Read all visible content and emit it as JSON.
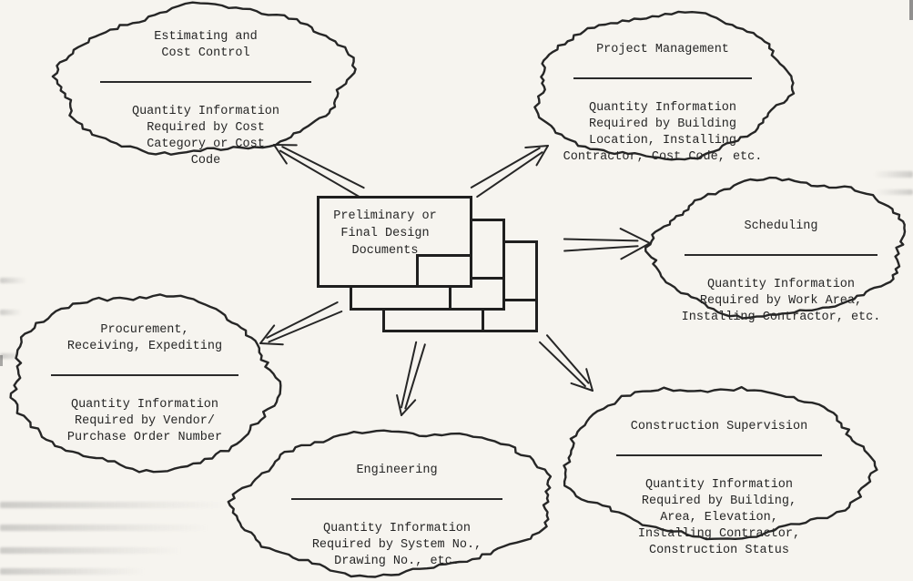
{
  "diagram": {
    "center": {
      "label": "Preliminary or\nFinal Design\nDocuments"
    },
    "clouds": [
      {
        "id": "estimating-and-cost-control",
        "title": "Estimating and\nCost Control",
        "body": "Quantity Information\nRequired by Cost\nCategory or Cost\nCode"
      },
      {
        "id": "project-management",
        "title": "Project Management",
        "body": "Quantity Information\nRequired by Building\nLocation, Installing\nContractor, Cost Code, etc."
      },
      {
        "id": "scheduling",
        "title": "Scheduling",
        "body": "Quantity Information\nRequired by Work Area,\nInstalling Contractor, etc."
      },
      {
        "id": "procurement-receiving-expediting",
        "title": "Procurement,\nReceiving, Expediting",
        "body": "Quantity Information\nRequired by Vendor/\nPurchase Order Number"
      },
      {
        "id": "engineering",
        "title": "Engineering",
        "body": "Quantity Information\nRequired by System No.,\nDrawing No., etc."
      },
      {
        "id": "construction-supervision",
        "title": "Construction Supervision",
        "body": "Quantity Information\nRequired by Building,\nArea, Elevation,\nInstalling Contractor,\nConstruction Status"
      }
    ],
    "colors": {
      "ink": "#262626",
      "paper": "#f6f4ef"
    }
  }
}
